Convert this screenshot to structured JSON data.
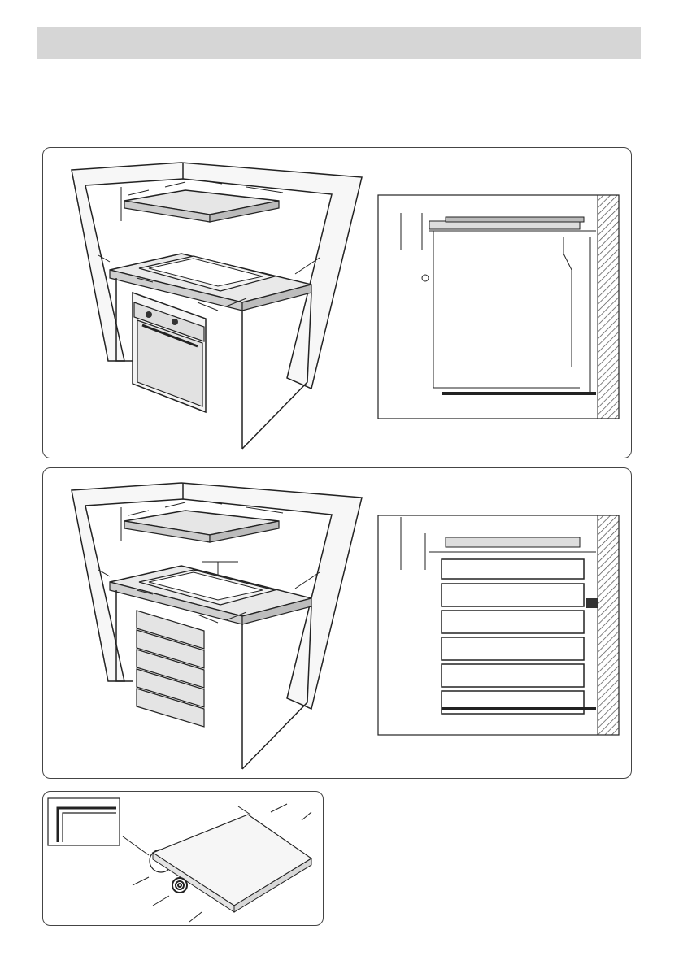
{
  "page": {
    "header_bar_color": "#d6d6d6",
    "panel_border_color": "#444444",
    "hatch_color": "#555555",
    "hob_fill_color": "#e6e6e6"
  },
  "figures": [
    {
      "id": "corner-cabinet-with-oven",
      "icon": "oven-under-hob-icon"
    },
    {
      "id": "corner-cabinet-with-drawers",
      "icon": "drawers-under-hob-icon"
    },
    {
      "id": "hob-seal-detail",
      "icon": "gasket-seal-icon"
    }
  ]
}
